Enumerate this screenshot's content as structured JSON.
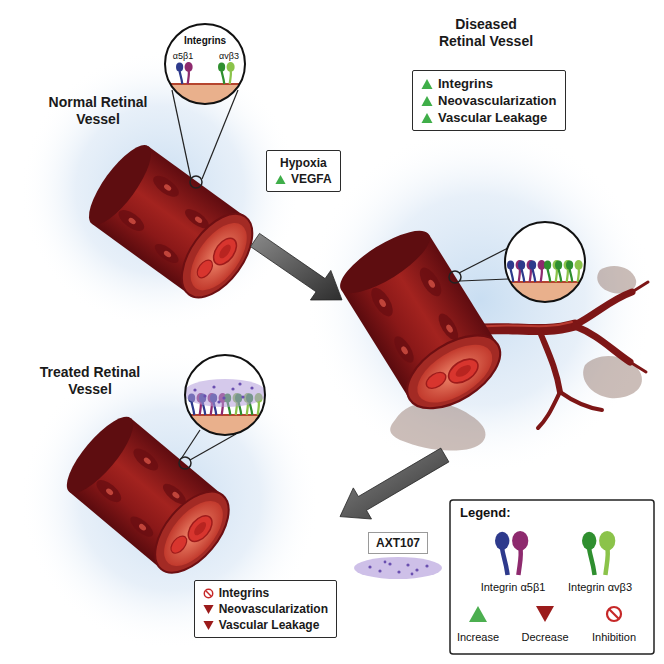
{
  "diagram": {
    "nodes": [
      {
        "text": [
          "Normal Retinal Vessel"
        ]
      },
      {
        "text": [
          "Diseased Retinal Vessel"
        ]
      },
      {
        "text": [
          "Integrins",
          "Neovascularization",
          "Vascular Leakage"
        ],
        "in": 1
      },
      {
        "text": [
          "Hypoxia",
          "VEGFA"
        ]
      },
      {
        "text": [
          "Treated Retinal Vessel"
        ]
      },
      {
        "text": [
          "AXT107"
        ]
      },
      {
        "text": [
          "Integrins",
          "Neovascularization",
          "Vascular Leakage"
        ],
        "in": 4
      }
    ],
    "edges": [
      {
        "from": 0,
        "to": 1,
        "arrow": "to"
      },
      {
        "from": 1,
        "to": 4,
        "arrow": "to"
      }
    ],
    "labels": [
      "Integrins",
      "α5β1",
      "αvβ3",
      "Legend:"
    ],
    "legend": [
      {
        "text": "Integrin α5β1"
      },
      {
        "text": "Integrin αvβ3"
      },
      {
        "text": "Increase"
      },
      {
        "text": "Decrease"
      },
      {
        "text": "Inhibition"
      }
    ]
  }
}
